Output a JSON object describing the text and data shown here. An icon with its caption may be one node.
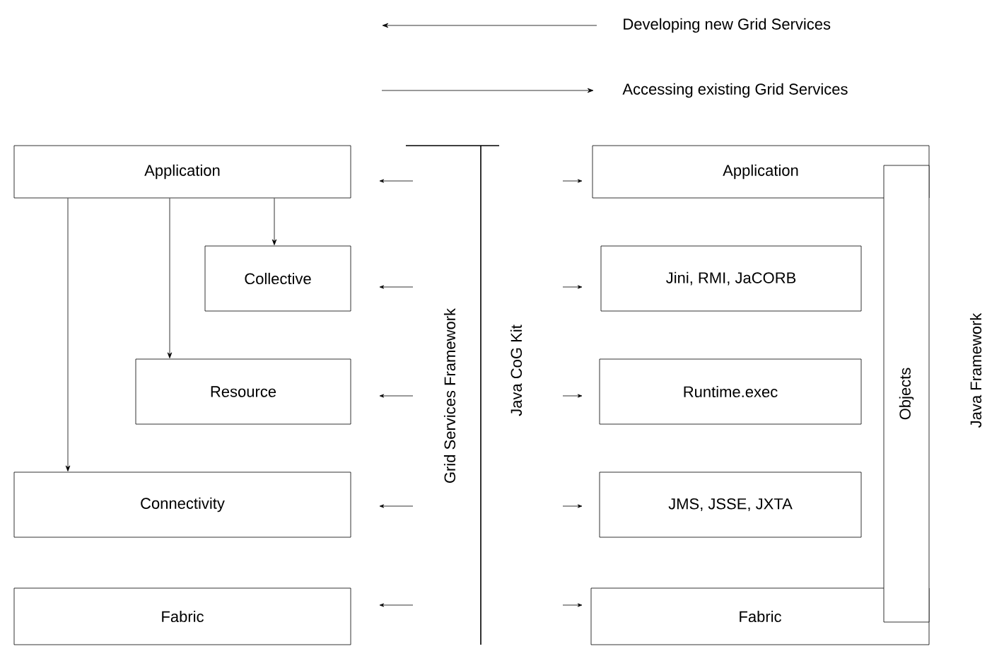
{
  "diagram": {
    "nodes": [
      {
        "text": [
          "Application"
        ]
      },
      {
        "text": [
          "Collective"
        ]
      },
      {
        "text": [
          "Resource"
        ]
      },
      {
        "text": [
          "Connectivity"
        ]
      },
      {
        "text": [
          "Fabric"
        ]
      },
      {
        "text": [
          "Application"
        ]
      },
      {
        "text": [
          "Jini, RMI, JaCORB"
        ]
      },
      {
        "text": [
          "Runtime.exec"
        ]
      },
      {
        "text": [
          "JMS, JSSE, JXTA"
        ]
      },
      {
        "text": [
          "Fabric"
        ]
      },
      {
        "text": [
          "Objects"
        ]
      }
    ],
    "edges": [
      {
        "from": 0,
        "to": 1,
        "arrow": "to"
      },
      {
        "from": 0,
        "to": 2,
        "arrow": "to"
      },
      {
        "from": 0,
        "to": 3,
        "arrow": "to"
      }
    ],
    "labels": [
      "Grid Services Framework",
      "Java CoG Kit",
      "Java Framework"
    ],
    "legend": [
      {
        "text": "Developing new  Grid Services"
      },
      {
        "text": "Accessing existing Grid Services"
      }
    ]
  }
}
